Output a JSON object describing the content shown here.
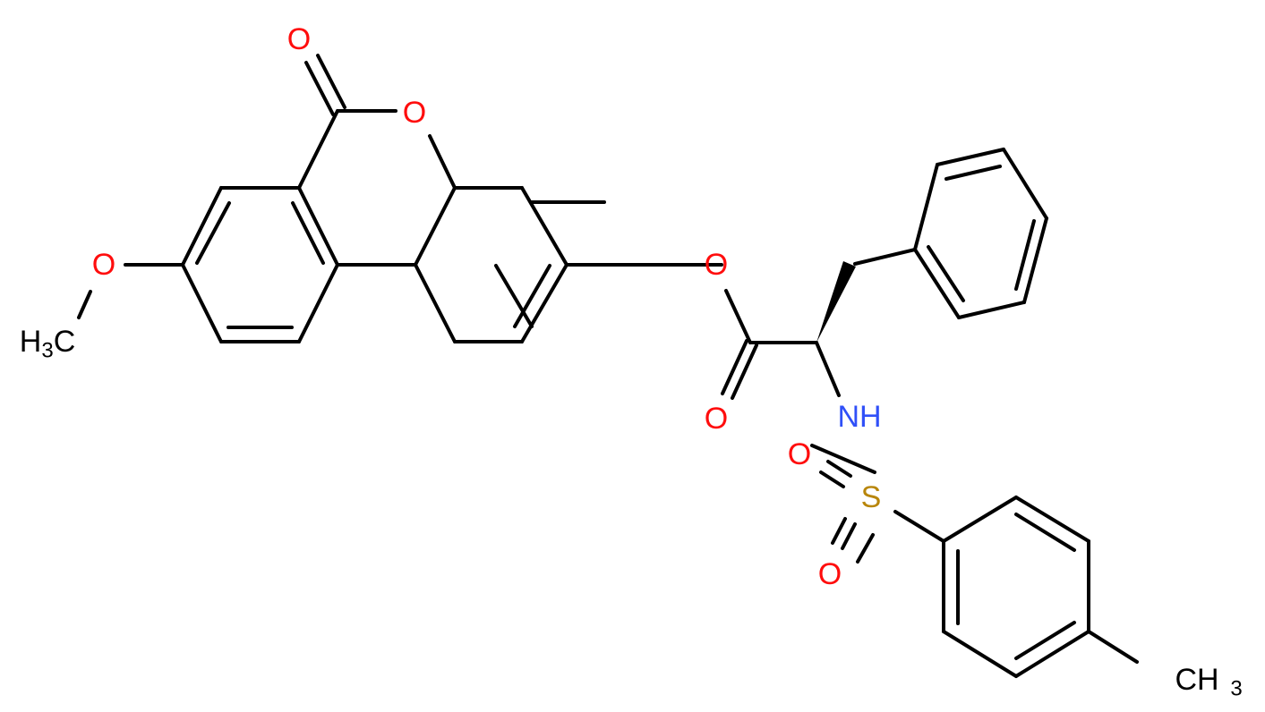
{
  "diagram": {
    "type": "chemical-structure",
    "colors": {
      "bond": "#000000",
      "oxygen": "#ff0d0d",
      "nitrogen": "#3050f8",
      "sulfur": "#b8860b",
      "carbon": "#000000",
      "background": "#ffffff"
    },
    "labels": {
      "o_carbonyl_lactone": "O",
      "o_ring": "O",
      "o_methoxy": "O",
      "methyl_left_h": "H",
      "methyl_left_sub": "3",
      "methyl_left_c": "C",
      "o_ester": "O",
      "o_ester_carbonyl": "O",
      "nh": "NH",
      "sulfonyl_o_top": "O",
      "sulfur": "S",
      "sulfonyl_o_bottom": "O",
      "methyl_right_c": "CH",
      "methyl_right_sub": "3"
    }
  }
}
